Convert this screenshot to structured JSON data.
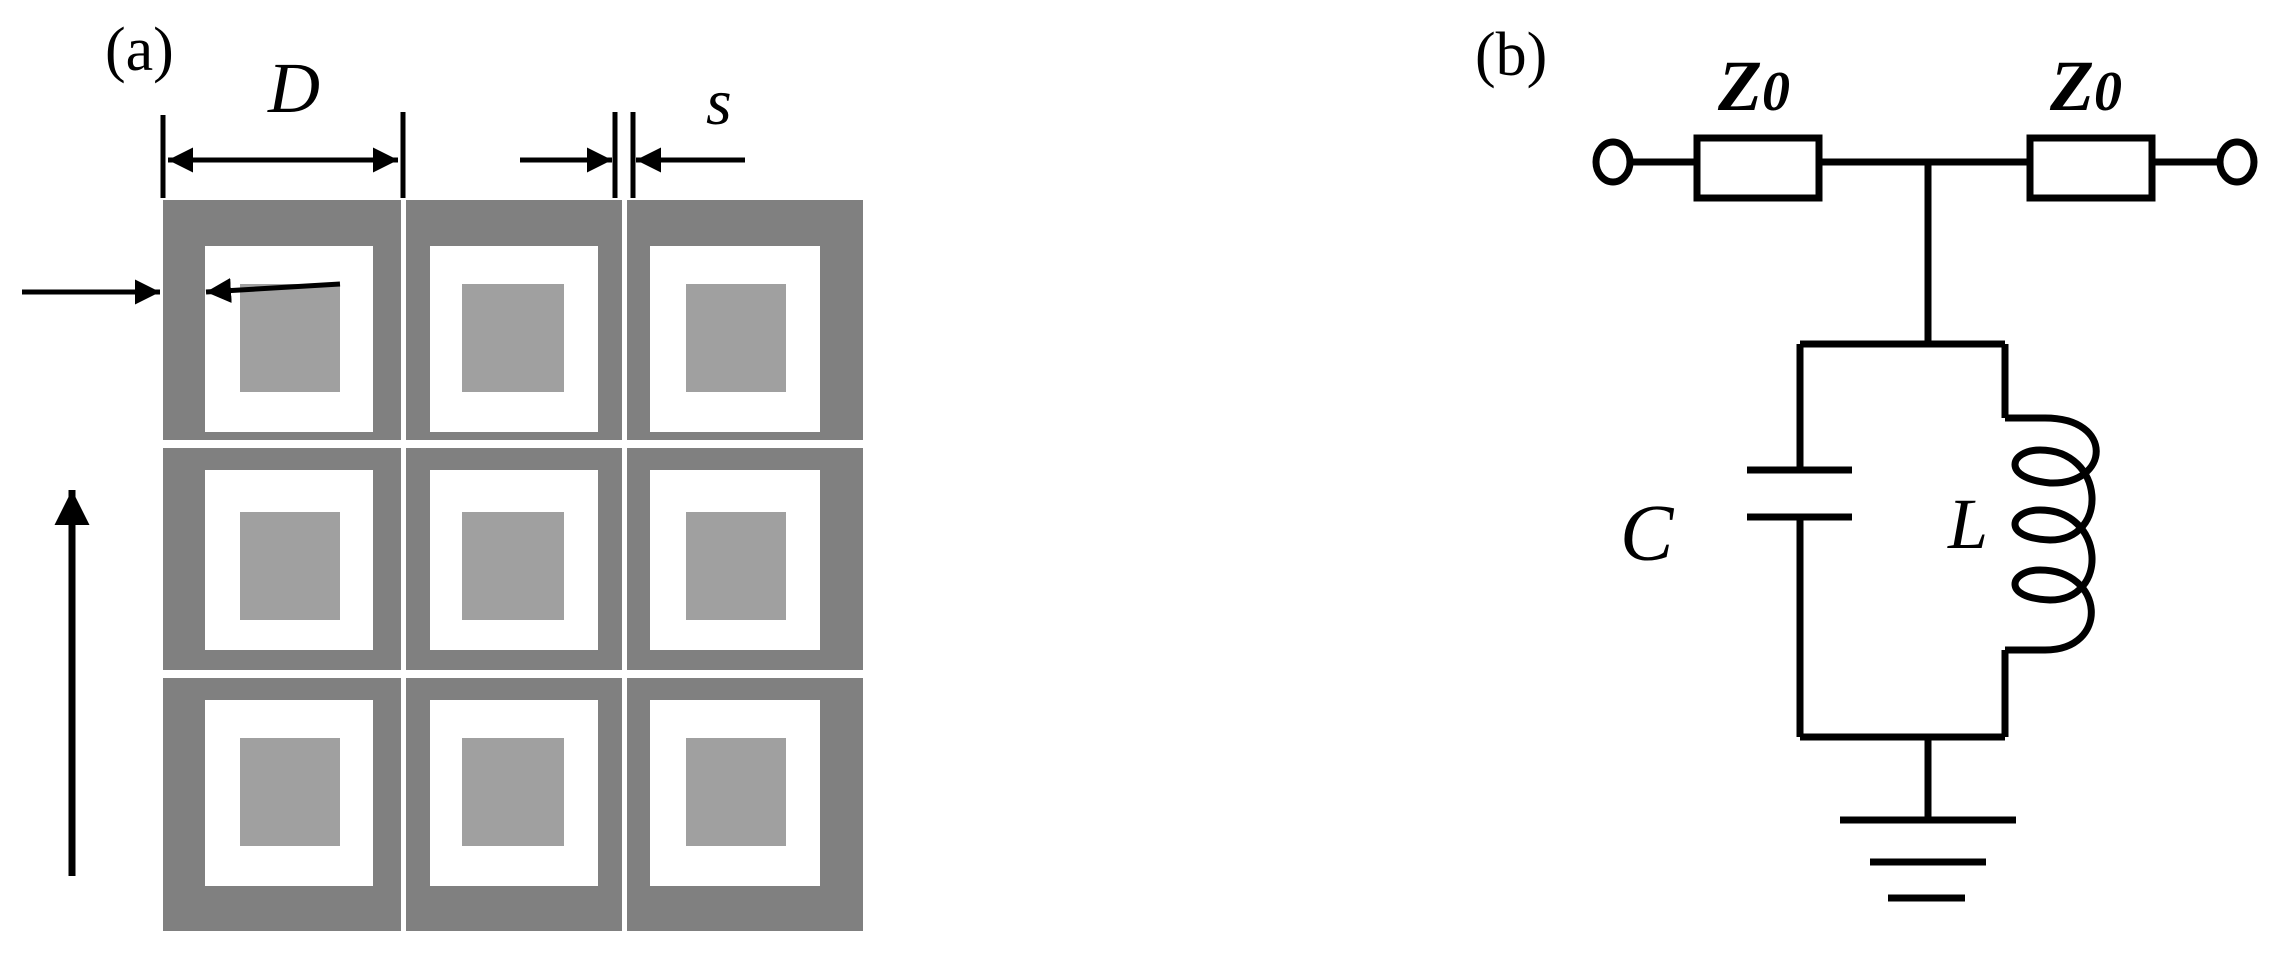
{
  "panel_a": {
    "label": "(a)",
    "dim_D": "D",
    "dim_s": "s",
    "colors": {
      "outer": "#808080",
      "gap": "#ffffff",
      "patch": "#a0a0a0",
      "line": "#000000"
    }
  },
  "panel_b": {
    "label": "(b)",
    "z_left": "Z",
    "z_left_sub": "0",
    "z_right": "Z",
    "z_right_sub": "0",
    "cap_label": "C",
    "ind_label": "L"
  }
}
